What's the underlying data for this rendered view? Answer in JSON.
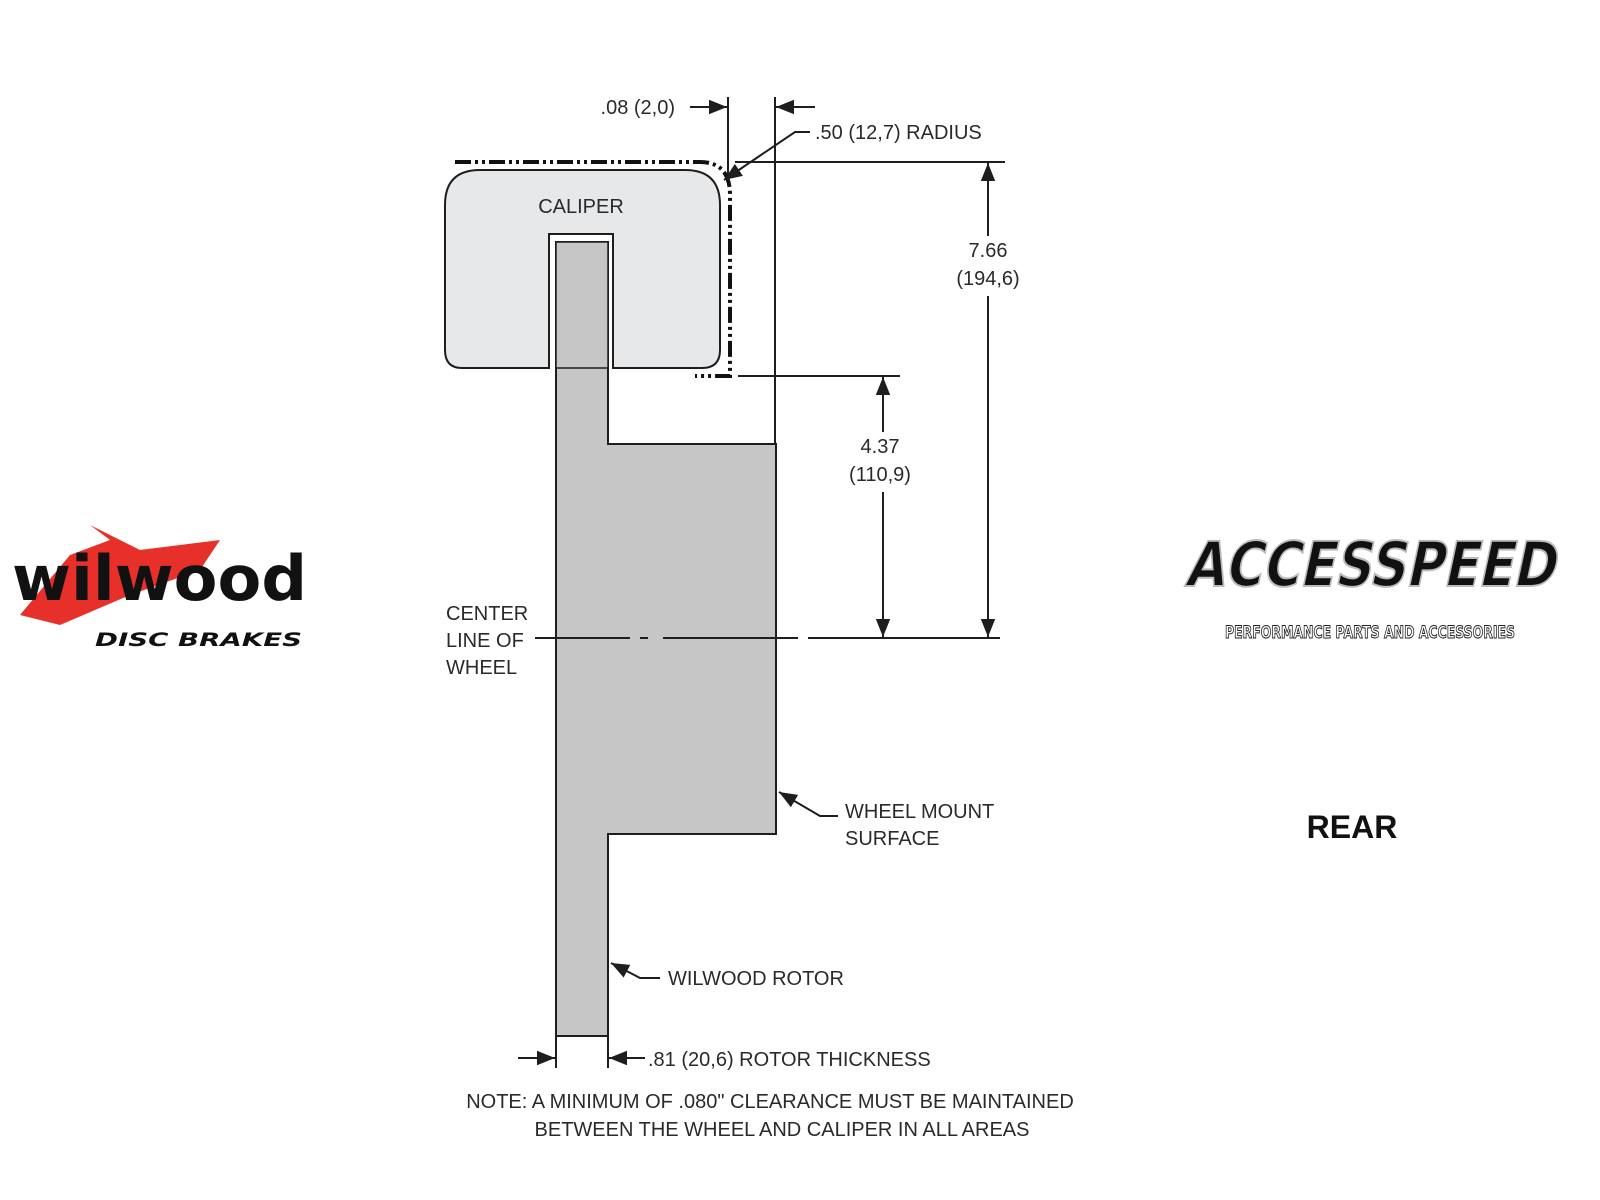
{
  "diagram": {
    "caliper_label": "CALIPER",
    "clearance_dim": ".08 (2,0)",
    "radius_dim": ".50 (12,7) RADIUS",
    "overall_height_in": "7.66",
    "overall_height_mm": "(194,6)",
    "mount_height_in": "4.37",
    "mount_height_mm": "(110,9)",
    "centerline_label": [
      "CENTER",
      "LINE OF",
      "WHEEL"
    ],
    "wheel_mount_label": [
      "WHEEL MOUNT",
      "SURFACE"
    ],
    "rotor_label": "WILWOOD ROTOR",
    "thickness_dim": ".81 (20,6) ROTOR THICKNESS",
    "note": [
      "NOTE: A MINIMUM OF .080\" CLEARANCE MUST BE MAINTAINED",
      "BETWEEN THE WHEEL AND CALIPER IN ALL AREAS"
    ],
    "position_label": "REAR"
  },
  "logos": {
    "wilwood": {
      "name": "wilwood",
      "sub": "DISC BRAKES",
      "accent": "#e8302a"
    },
    "accesspeed": {
      "name": "ACCESSPEED",
      "sub": "PERFORMANCE PARTS AND ACCESSORIES"
    }
  },
  "colors": {
    "caliper_fill": "#e6e8ea",
    "rotor_fill": "#c6c6c6",
    "line": "#1e1e1e"
  }
}
